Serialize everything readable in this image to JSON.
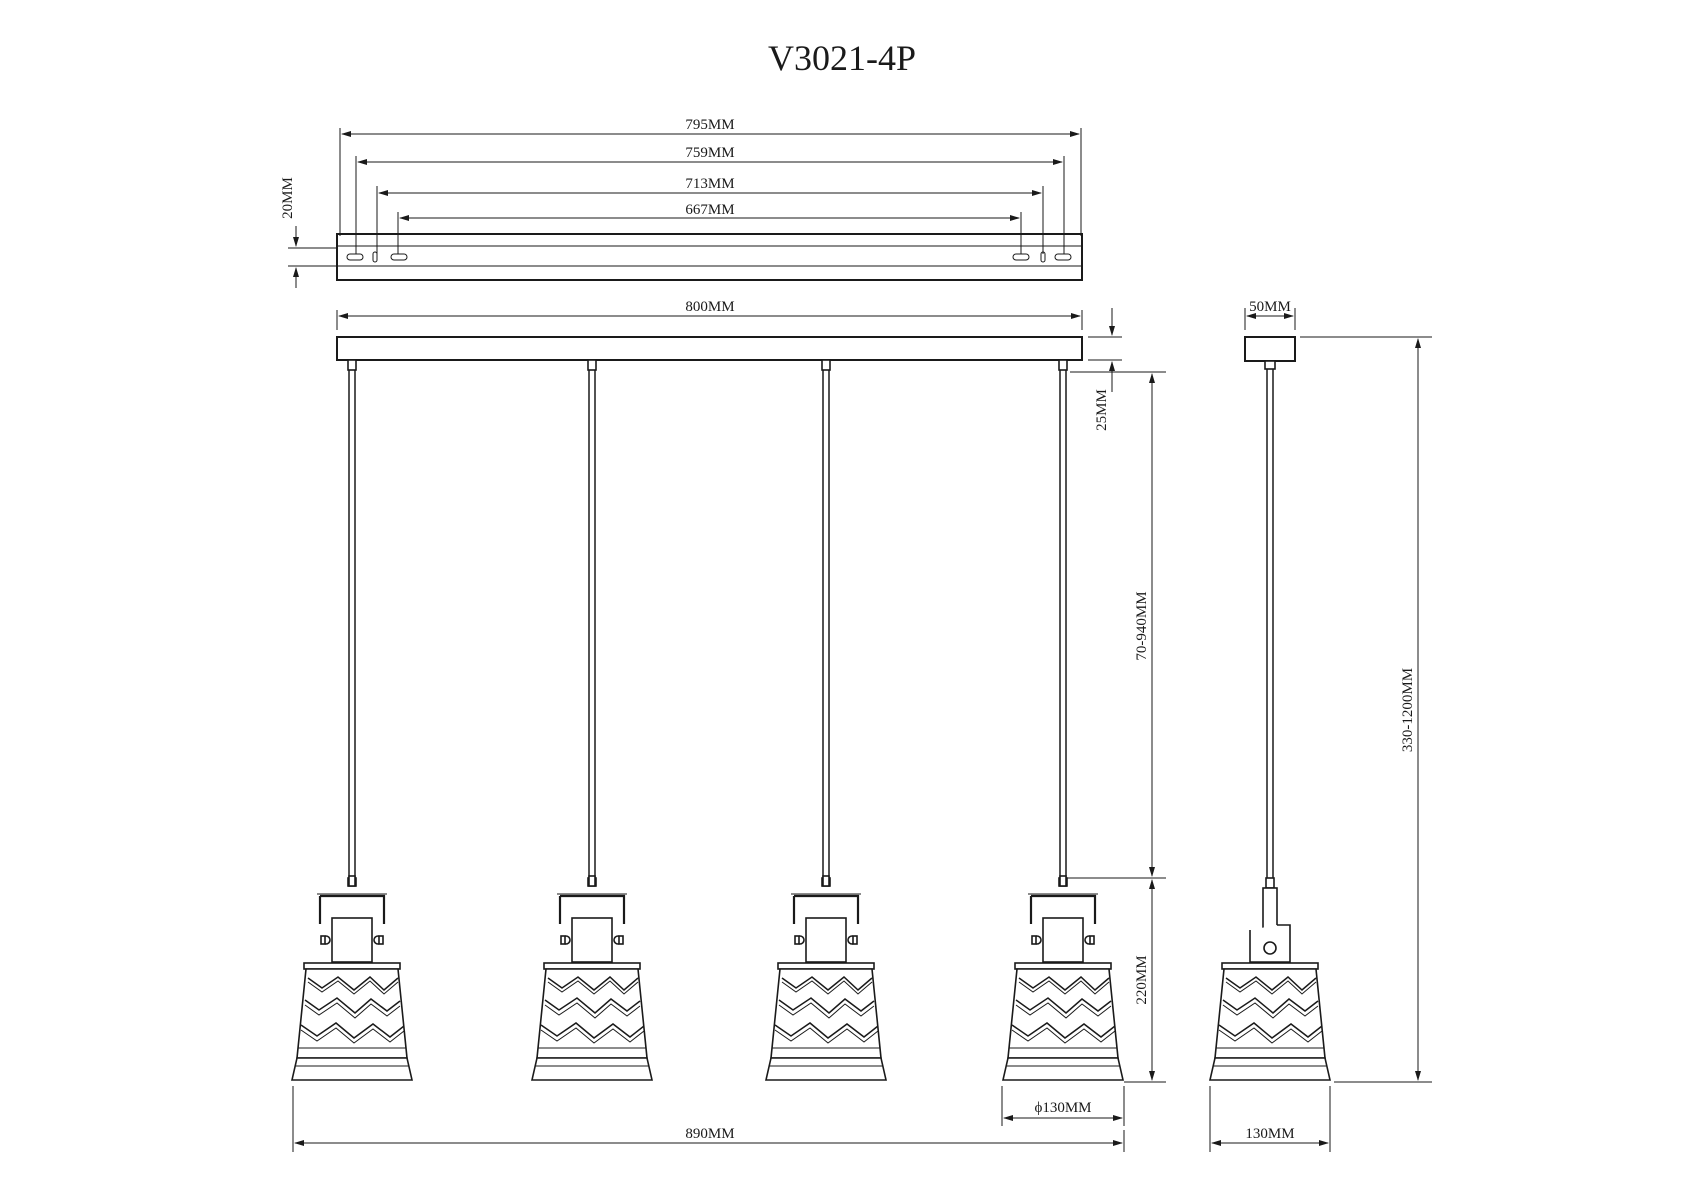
{
  "title": "V3021-4P",
  "dimensions": {
    "d795": "795MM",
    "d759": "759MM",
    "d713": "713MM",
    "d667": "667MM",
    "d20": "20MM",
    "d800": "800MM",
    "d25": "25MM",
    "d70_940": "70-940MM",
    "d220": "220MM",
    "d130dia": "ϕ130MM",
    "d890": "890MM",
    "d50": "50MM",
    "d330_1200": "330-1200MM",
    "d130": "130MM"
  },
  "pendant_count": 4
}
